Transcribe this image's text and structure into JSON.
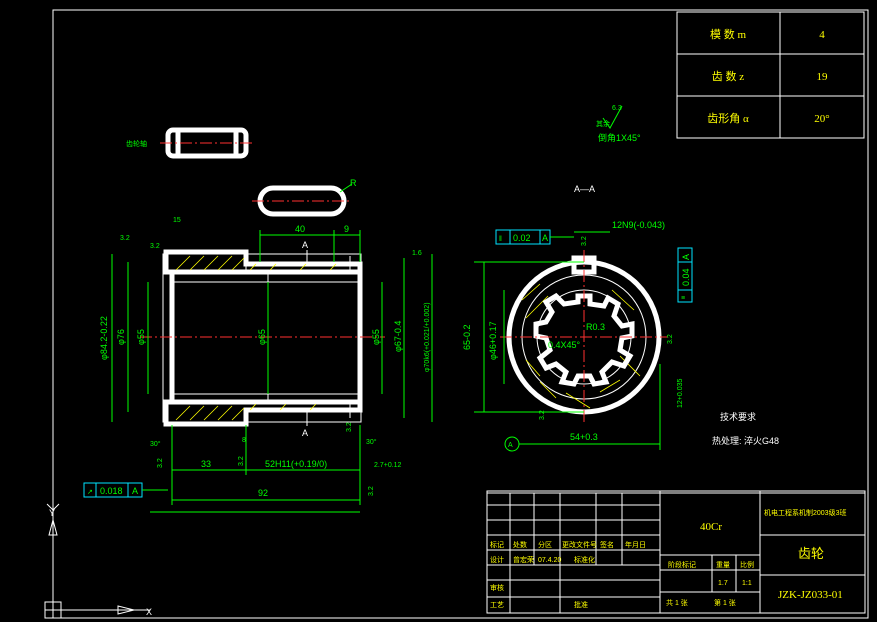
{
  "spec_table": {
    "rows": [
      {
        "label": "模 数 m",
        "value": "4"
      },
      {
        "label": "齿 数 z",
        "value": "19"
      },
      {
        "label": "齿形角 α",
        "value": "20°"
      }
    ]
  },
  "chamfer_note": {
    "roughness": "6.3",
    "prefix": "其余",
    "text": "倒角1X45°"
  },
  "label_small_view": "齿轮轴",
  "key_slot_radius_label": "R",
  "section_label": "A—A",
  "section_mark": "A",
  "dims_front": {
    "d40": "40",
    "d9": "9",
    "d15": "15",
    "d32a": "3.2",
    "d32b": "3.2",
    "d16": "1.6",
    "phi84": "φ84.2-0.22",
    "phi76": "φ76",
    "phi55a": "φ55",
    "phi65": "φ65",
    "phi55b": "φ55",
    "phi67": "φ67-0.4",
    "phi70": "φ70k6(+0.021/+0.002)",
    "a30a": "30°",
    "a30b": "30°",
    "d8": "8",
    "d33": "33",
    "d52": "52H11(+0.19/0)",
    "d27": "2.7+0.12",
    "d92": "92",
    "d32c": "3.2",
    "d32d": "3.2",
    "d32e": "3.2",
    "d32f": "3.2"
  },
  "tol_front": {
    "symbol": "↗",
    "value": "0.018",
    "datum": "A"
  },
  "dims_section": {
    "flat": "0.02",
    "flat_datum": "A",
    "key": "12N9(-0.043)",
    "sym": "0.04",
    "sym_datum": "A",
    "phi65s": "65-0.2",
    "phi46": "φ46+0.17",
    "r03": "R0.3",
    "ch": "0.4X45°",
    "d32a": "3.2",
    "d32b": "3.2",
    "d32c": "3.2",
    "d12": "12+0.035",
    "d54": "54+0.3"
  },
  "tech_req": {
    "title": "技术要求",
    "text": "热处理: 淬火G48"
  },
  "datum_a": "A",
  "title_block": {
    "material": "40Cr",
    "company": "机电工程系机制2003级3班",
    "part_name": "齿轮",
    "drawing_no": "JZK-JZ033-01",
    "rev_headers": [
      "标记",
      "处数",
      "分区",
      "更改文件号",
      "签名",
      "年月日"
    ],
    "row_design": [
      "设计",
      "曾宏荣",
      "07.4.20",
      "标准化"
    ],
    "stage_label": "阶段标记",
    "weight_label": "重量",
    "scale_label": "比例",
    "weight_value": "1.7",
    "scale_value": "1:1",
    "row_check": "审核",
    "row_process": "工艺",
    "approve": "批准",
    "sheets": "共 1 张",
    "sheet_no": "第 1 张"
  },
  "ucs": {
    "x": "X",
    "y": "Y"
  }
}
